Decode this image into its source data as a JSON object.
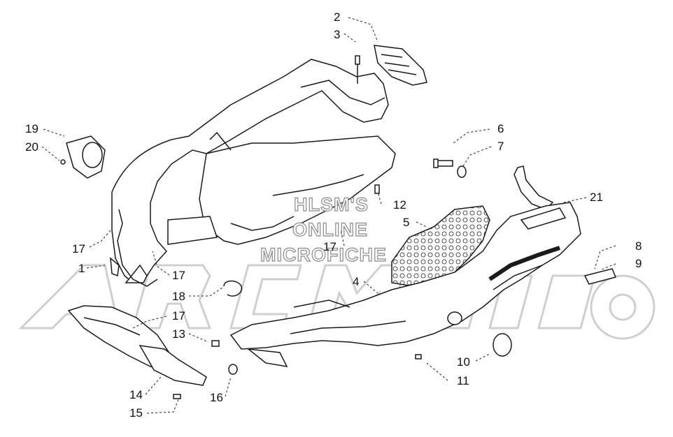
{
  "watermark": {
    "line1": "HLSM'S",
    "line2": "ONLINE",
    "line3": "MICROFICHE",
    "brand": "ArcMoto"
  },
  "callouts": {
    "c2": "2",
    "c3": "3",
    "c19": "19",
    "c20": "20",
    "c6": "6",
    "c7": "7",
    "c12": "12",
    "c21": "21",
    "c5": "5",
    "c17a": "17",
    "c1": "1",
    "c17b": "17",
    "c17c": "17",
    "c8": "8",
    "c9": "9",
    "c18": "18",
    "c4": "4",
    "c17d": "17",
    "c13": "13",
    "c10": "10",
    "c11": "11",
    "c14": "14",
    "c16": "16",
    "c15": "15"
  },
  "colors": {
    "line": "#1a1a1a",
    "watermark_gray": "#c8c8c8",
    "dashed_leader": "#222222"
  }
}
